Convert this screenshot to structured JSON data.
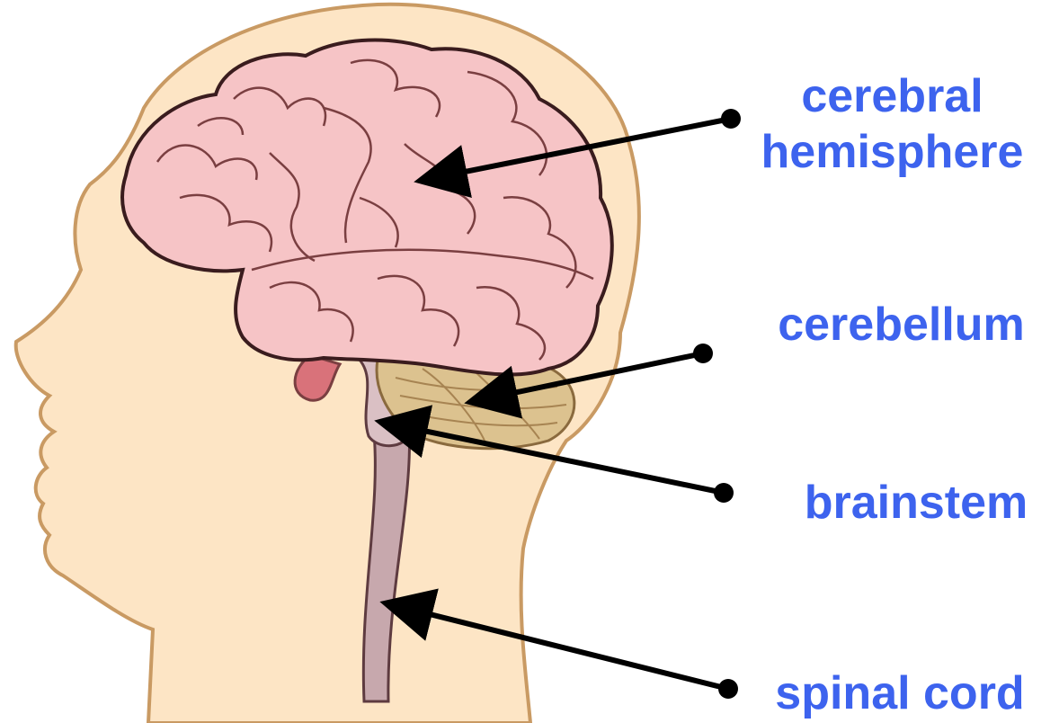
{
  "colors": {
    "label_text": "#3d63ee",
    "arrow": "#000000",
    "skin_fill": "#fde5c5",
    "skin_outline": "#c99a63",
    "brain_fill": "#f6c4c6",
    "brain_outline": "#7a3f41",
    "cerebellum_fill": "#dcc28f",
    "brainstem_fill": "#c7a8ad",
    "pituitary_fill": "#d9727a"
  },
  "labels": {
    "cerebral_line1": "cerebral",
    "cerebral_line2": "hemisphere",
    "cerebellum": "cerebellum",
    "brainstem": "brainstem",
    "spinal_cord": "spinal cord"
  },
  "icons": [
    "head-silhouette-icon",
    "brain-icon",
    "cerebellum-icon",
    "brainstem-icon",
    "spinal-cord-icon",
    "pituitary-icon"
  ]
}
